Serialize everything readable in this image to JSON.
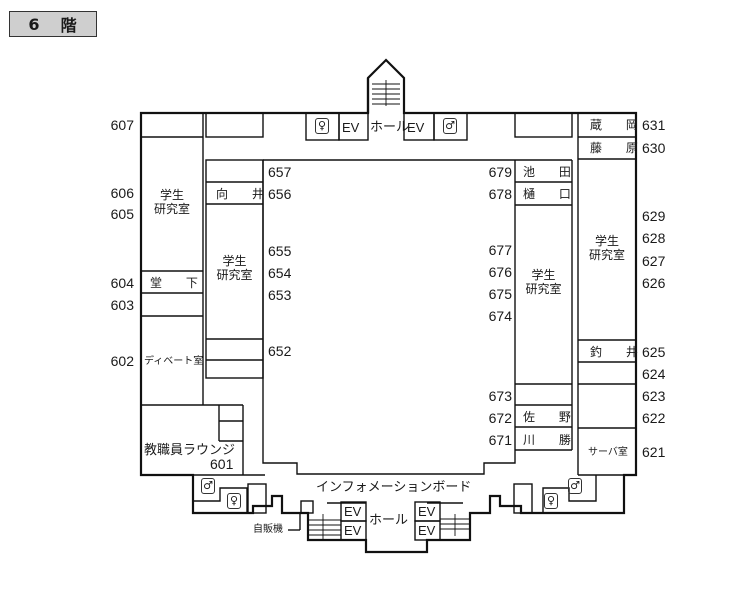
{
  "floor_badge": {
    "number": "6",
    "label": "階"
  },
  "rooms_left_outer": [
    {
      "number": "607"
    },
    {
      "number": "606"
    },
    {
      "number": "605",
      "name": "学生\n研究室"
    },
    {
      "number": "604",
      "name": "堂 下"
    },
    {
      "number": "603"
    },
    {
      "number": "602",
      "name": "ディベート室"
    },
    {
      "number": "601",
      "name": "教職員ラウンジ"
    }
  ],
  "rooms_left_inner": [
    {
      "number": "657"
    },
    {
      "number": "656",
      "name": "向 井"
    },
    {
      "number": "655"
    },
    {
      "number": "654",
      "name": "学生\n研究室"
    },
    {
      "number": "653"
    },
    {
      "number": "652"
    }
  ],
  "rooms_right_inner": [
    {
      "number": "679",
      "name": "池 田"
    },
    {
      "number": "678",
      "name": "樋 口"
    },
    {
      "number": "677"
    },
    {
      "number": "676"
    },
    {
      "number": "675",
      "name": "学生\n研究室"
    },
    {
      "number": "674"
    },
    {
      "number": "673"
    },
    {
      "number": "672",
      "name": "佐 野"
    },
    {
      "number": "671",
      "name": "川 勝"
    }
  ],
  "rooms_right_outer": [
    {
      "number": "631",
      "name": "蔵 岡"
    },
    {
      "number": "630",
      "name": "藤 原"
    },
    {
      "number": "629"
    },
    {
      "number": "628",
      "name": "学生\n研究室"
    },
    {
      "number": "627"
    },
    {
      "number": "626"
    },
    {
      "number": "625",
      "name": "釣 井"
    },
    {
      "number": "624"
    },
    {
      "number": "623"
    },
    {
      "number": "622"
    },
    {
      "number": "621",
      "name": "サーバ室"
    }
  ],
  "facilities": {
    "top_hall": "ホール",
    "bottom_hall": "ホール",
    "elevator": "EV",
    "info_board": "インフォメーションボード",
    "vending": "自販機",
    "restroom_female": "♀",
    "restroom_male": "♂"
  },
  "colors": {
    "wall": "#111111",
    "badge_bg": "#cfcfcf"
  }
}
